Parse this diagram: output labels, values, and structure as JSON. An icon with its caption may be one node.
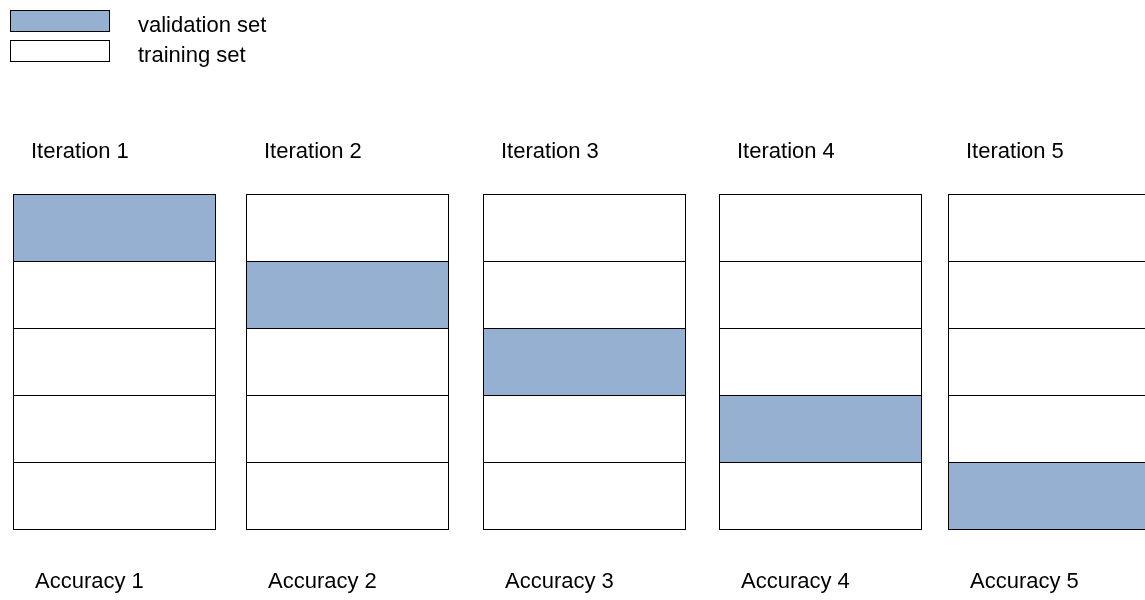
{
  "diagram": {
    "nodes": [
      {
        "text": [
          "Iteration 1"
        ],
        "beside": [
          "Accuracy 1"
        ]
      },
      {
        "text": [],
        "shape": "box",
        "in": 0
      },
      {
        "text": [],
        "shape": "box",
        "in": 0
      },
      {
        "text": [],
        "shape": "box",
        "in": 0
      },
      {
        "text": [],
        "shape": "box",
        "in": 0
      },
      {
        "text": [],
        "shape": "box",
        "in": 0
      },
      {
        "text": [
          "Iteration 2"
        ],
        "beside": [
          "Accuracy 2"
        ]
      },
      {
        "text": [],
        "shape": "box",
        "in": 6
      },
      {
        "text": [],
        "shape": "box",
        "in": 6
      },
      {
        "text": [],
        "shape": "box",
        "in": 6
      },
      {
        "text": [],
        "shape": "box",
        "in": 6
      },
      {
        "text": [],
        "shape": "box",
        "in": 6
      },
      {
        "text": [
          "Iteration 3"
        ],
        "beside": [
          "Accuracy 3"
        ]
      },
      {
        "text": [],
        "shape": "box",
        "in": 12
      },
      {
        "text": [],
        "shape": "box",
        "in": 12
      },
      {
        "text": [],
        "shape": "box",
        "in": 12
      },
      {
        "text": [],
        "shape": "box",
        "in": 12
      },
      {
        "text": [],
        "shape": "box",
        "in": 12
      },
      {
        "text": [
          "Iteration 4"
        ],
        "beside": [
          "Accuracy 4"
        ]
      },
      {
        "text": [],
        "shape": "box",
        "in": 18
      },
      {
        "text": [],
        "shape": "box",
        "in": 18
      },
      {
        "text": [],
        "shape": "box",
        "in": 18
      },
      {
        "text": [],
        "shape": "box",
        "in": 18
      },
      {
        "text": [],
        "shape": "box",
        "in": 18
      },
      {
        "text": [
          "Iteration 5"
        ],
        "beside": [
          "Accuracy 5"
        ]
      },
      {
        "text": [],
        "shape": "box",
        "in": 24
      },
      {
        "text": [],
        "shape": "box",
        "in": 24
      },
      {
        "text": [],
        "shape": "box",
        "in": 24
      },
      {
        "text": [],
        "shape": "box",
        "in": 24
      },
      {
        "text": [],
        "shape": "box",
        "in": 24
      }
    ],
    "legend": [
      {
        "text": "validation set",
        "color": "#95b0d0"
      },
      {
        "text": "training set",
        "color": "#ffffff"
      }
    ]
  }
}
